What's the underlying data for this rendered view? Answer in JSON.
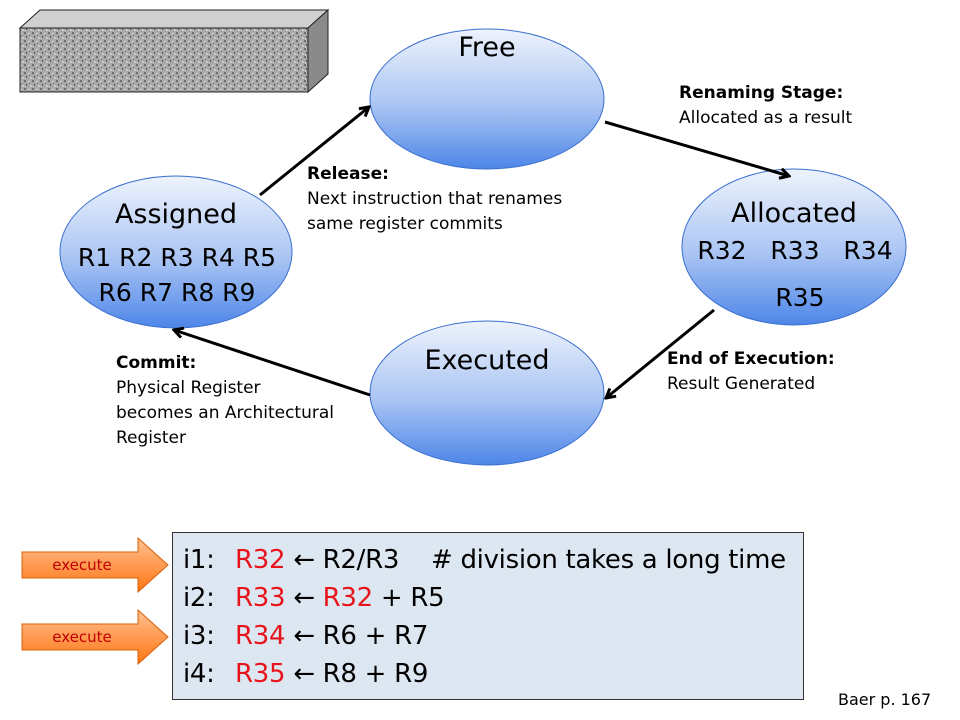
{
  "states": {
    "free": {
      "title": "Free"
    },
    "allocated": {
      "title": "Allocated",
      "regs_line1": "R32   R33   R34",
      "regs_line2": "R35"
    },
    "executed": {
      "title": "Executed"
    },
    "assigned": {
      "title": "Assigned",
      "regs_line1": "R1 R2 R3 R4 R5",
      "regs_line2": "R6 R7 R8 R9"
    }
  },
  "transitions": {
    "renaming": {
      "heading": "Renaming Stage:",
      "text": "Allocated as a result"
    },
    "execution": {
      "heading": "End of Execution:",
      "text": "Result Generated"
    },
    "commit": {
      "heading": "Commit:",
      "line1": "Physical Register",
      "line2": "becomes an Architectural",
      "line3": "Register"
    },
    "release": {
      "heading": "Release:",
      "line1": "Next instruction that renames",
      "line2": "same register commits"
    }
  },
  "code": [
    {
      "label": "i1:",
      "dest": "R32",
      "arrow": " ← ",
      "src_red": "",
      "rest": "R2/R3    # division takes a long time"
    },
    {
      "label": "i2:",
      "dest": "R33",
      "arrow": " ← ",
      "src_red": "R32",
      "rest": " + R5"
    },
    {
      "label": "i3:",
      "dest": "R34",
      "arrow": " ← ",
      "src_red": "",
      "rest": "R6 + R7"
    },
    {
      "label": "i4:",
      "dest": "R35",
      "arrow": " ← ",
      "src_red": "",
      "rest": "R8 + R9"
    }
  ],
  "execute_markers": [
    "execute",
    "execute"
  ],
  "citation": "Baer p. 167",
  "colors": {
    "ellipse_top": "#eef3fc",
    "ellipse_bottom": "#4d86e8",
    "code_bg": "#dde7f2",
    "marker_top": "#ffb37a",
    "marker_bottom": "#ff7a1a",
    "highlight_red": "#e8141c"
  }
}
